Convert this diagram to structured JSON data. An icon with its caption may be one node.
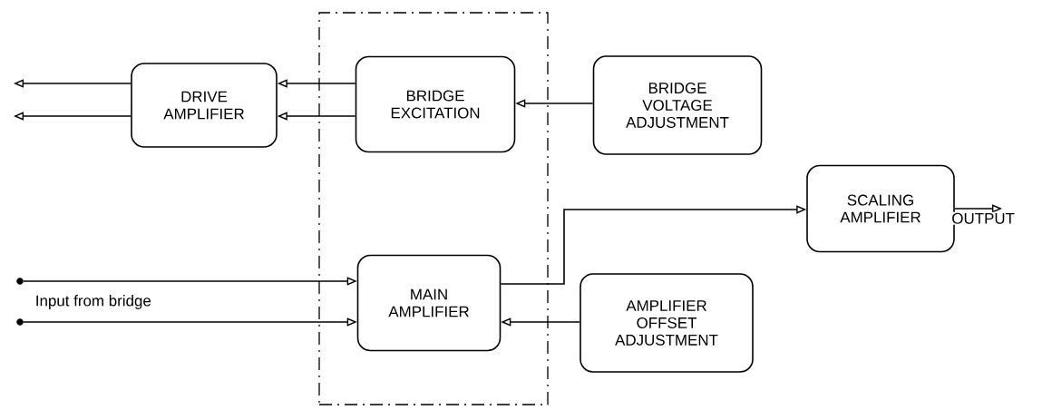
{
  "diagram": {
    "nodes": [
      {
        "text": [],
        "shape": "box"
      },
      {
        "text": [
          "DRIVE AMPLIFIER"
        ]
      },
      {
        "text": [
          "BRIDGE EXCITATION"
        ],
        "in": 0
      },
      {
        "text": [
          "BRIDGE VOLTAGE ADJUSTMENT"
        ]
      },
      {
        "text": [
          "SCALING AMPLIFIER"
        ]
      },
      {
        "text": [
          "MAIN AMPLIFIER"
        ],
        "in": 0
      },
      {
        "text": [
          "AMPLIFIER OFFSET ADJUSTMENT"
        ]
      },
      {
        "text": [],
        "shape": "circle"
      },
      {
        "text": [],
        "shape": "circle"
      }
    ],
    "edges": [
      {
        "from": 2,
        "to": 1,
        "arrow": "to"
      },
      {
        "from": 2,
        "to": 1,
        "arrow": "to"
      },
      {
        "from": 1,
        "to": null,
        "arrow": "to"
      },
      {
        "from": 1,
        "to": null,
        "arrow": "to"
      },
      {
        "from": 3,
        "to": 2,
        "arrow": "to"
      },
      {
        "from": 7,
        "to": 5,
        "arrow": "to"
      },
      {
        "from": 8,
        "to": 5,
        "arrow": "to"
      },
      {
        "from": 5,
        "to": 4,
        "arrow": "to"
      },
      {
        "from": 6,
        "to": 5,
        "arrow": "to"
      },
      {
        "from": 4,
        "to": null,
        "arrow": "to",
        "label": "OUTPUT"
      }
    ],
    "labels": [
      "Input from bridge"
    ]
  }
}
